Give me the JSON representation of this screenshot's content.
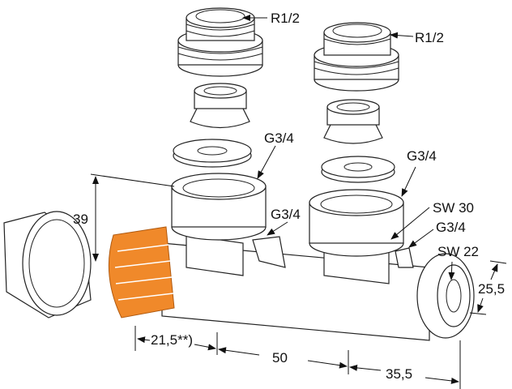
{
  "diagram": {
    "title": "Valve connection fitting exploded view",
    "accent_color": "#f0892a",
    "labels": {
      "thread_left_top": "R1/2",
      "thread_right_top": "R1/2",
      "nut_left": "G3/4",
      "nut_right": "G3/4",
      "side_port_left": "G3/4",
      "wrench_size_nut": "SW 30",
      "side_port_right": "G3/4",
      "wrench_size_cap": "SW 22"
    },
    "dimensions": {
      "height": "39",
      "offset_left": "21,5**)",
      "center_distance": "50",
      "offset_right": "35,5",
      "cap_diameter": "25,5"
    }
  }
}
